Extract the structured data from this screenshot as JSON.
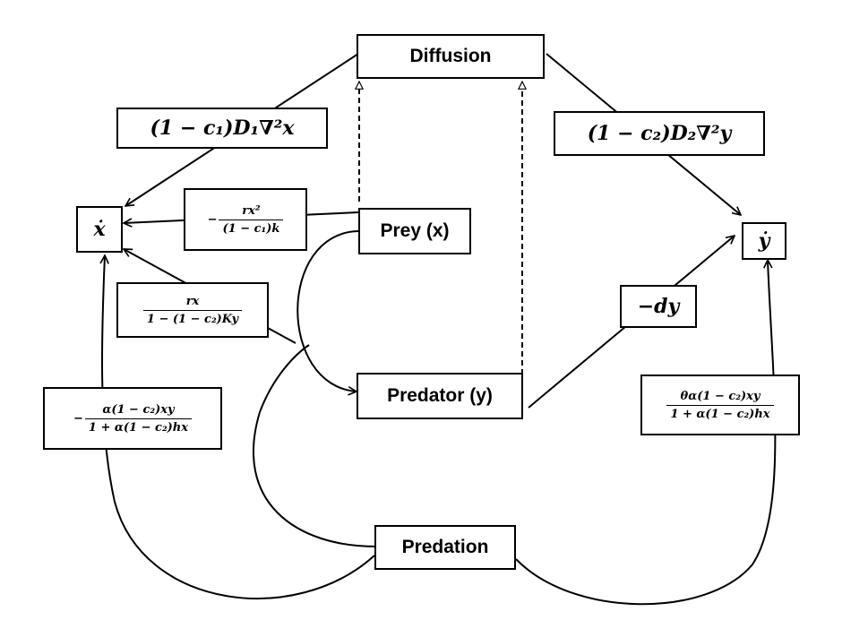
{
  "nodes": {
    "diffusion": "Diffusion",
    "prey": "Prey (x)",
    "predator": "Predator (y)",
    "predation": "Predation",
    "x_dot": "ẋ",
    "y_dot": "ẏ"
  },
  "terms": {
    "diffusion_x": "(1 − c₁)D₁∇²x",
    "diffusion_y": "(1 − c₂)D₂∇²y",
    "logistic": {
      "sign": "−",
      "num": "rx²",
      "den": "(1 − c₁)k"
    },
    "growth": {
      "num": "rx",
      "den": "1 − (1 − c₂)Ky"
    },
    "predation_loss": {
      "sign": "−",
      "num": "α(1 − c₂)xy",
      "den": "1 + α(1 − c₂)hx"
    },
    "death": "−dy",
    "predation_gain": {
      "num": "θα(1 − c₂)xy",
      "den": "1 + α(1 − c₂)hx"
    }
  }
}
